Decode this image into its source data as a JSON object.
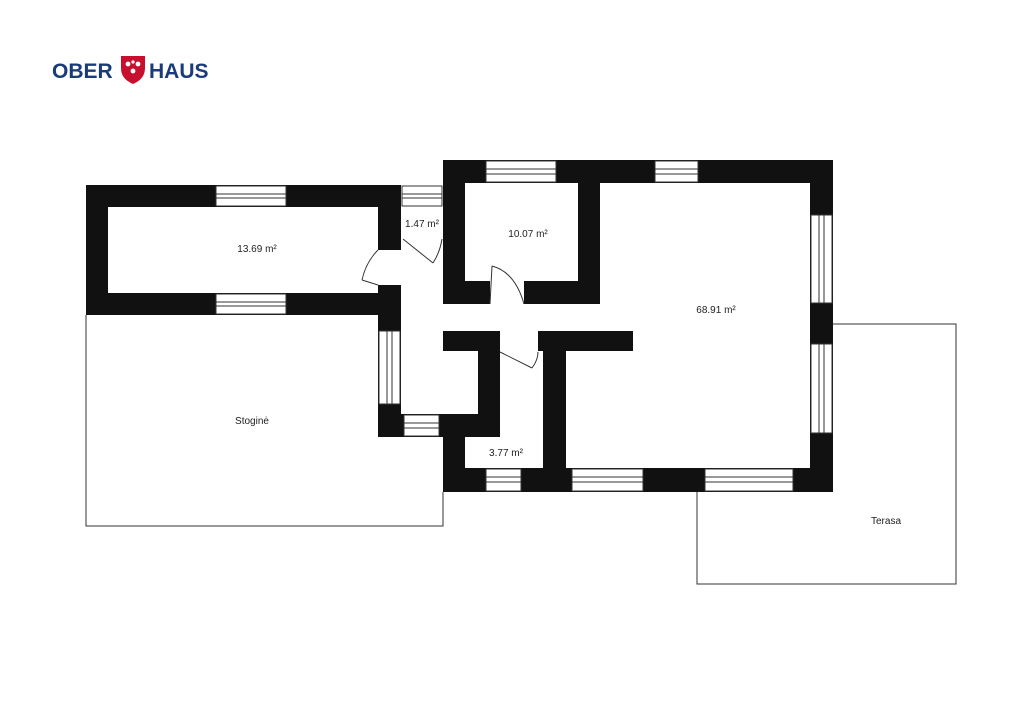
{
  "brand": {
    "name_left": "OBER",
    "name_right": "HAUS",
    "color": "#1a3b7a",
    "shield_color": "#c8102e",
    "icon": "shield-crest-icon"
  },
  "rooms": {
    "room_a": {
      "area": "13.69 m²"
    },
    "room_b": {
      "area": "1.47 m²"
    },
    "room_c": {
      "area": "10.07 m²"
    },
    "room_d": {
      "area": "68.91 m²"
    },
    "room_e": {
      "area": "3.77 m²"
    },
    "canopy": {
      "label": "Stoginė"
    },
    "terrace": {
      "label": "Terasa"
    }
  },
  "colors": {
    "wall": "#111111",
    "window_frame": "#333333",
    "background": "#ffffff"
  }
}
